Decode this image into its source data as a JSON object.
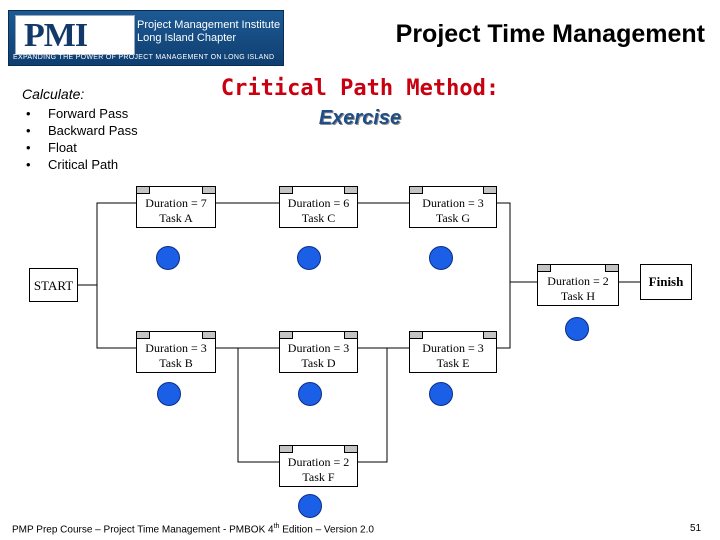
{
  "header": {
    "logo_text": "PMI",
    "institute_line1": "Project Management Institute",
    "institute_line2": "Long Island Chapter",
    "tagline": "EXPANDING THE POWER OF PROJECT MANAGEMENT ON LONG ISLAND",
    "slide_title": "Project Time Management",
    "banner_color": "#1d5a94"
  },
  "calculate": {
    "heading": "Calculate:",
    "bullet": "•",
    "items": [
      "Forward Pass",
      "Backward Pass",
      "Float",
      "Critical Path"
    ]
  },
  "title": {
    "main": "Critical Path Method:",
    "sub": "Exercise",
    "main_color": "#c8000f",
    "sub_color": "#1f4e86"
  },
  "network": {
    "start_label": "START",
    "finish_label": "Finish",
    "circle_color": "#1b5fe6",
    "tasks": {
      "A": {
        "duration": "Duration = 7",
        "name": "Task A"
      },
      "B": {
        "duration": "Duration = 3",
        "name": "Task B"
      },
      "C": {
        "duration": "Duration = 6",
        "name": "Task C"
      },
      "D": {
        "duration": "Duration = 3",
        "name": "Task D"
      },
      "E": {
        "duration": "Duration = 3",
        "name": "Task E"
      },
      "F": {
        "duration": "Duration = 2",
        "name": "Task F"
      },
      "G": {
        "duration": "Duration = 3",
        "name": "Task G"
      },
      "H": {
        "duration": "Duration = 2",
        "name": "Task H"
      }
    }
  },
  "footer": {
    "text_before": "PMP Prep Course – Project Time Management - PMBOK 4",
    "text_sup": "th",
    "text_after": " Edition – Version 2.0",
    "page": "51"
  }
}
